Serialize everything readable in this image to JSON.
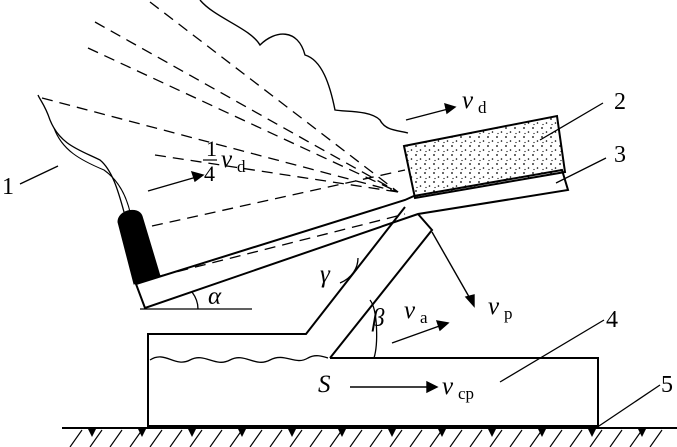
{
  "labels": {
    "n1": "1",
    "n2": "2",
    "n3": "3",
    "n4": "4",
    "n5": "5",
    "frac_num": "1",
    "frac_den": "4",
    "v": "v",
    "sub_d": "d",
    "sub_p": "p",
    "sub_a": "a",
    "sub_cp": "cp",
    "alpha": "α",
    "beta": "β",
    "gamma": "γ",
    "S": "S"
  },
  "colors": {
    "ink": "#000000",
    "paper": "#ffffff"
  }
}
